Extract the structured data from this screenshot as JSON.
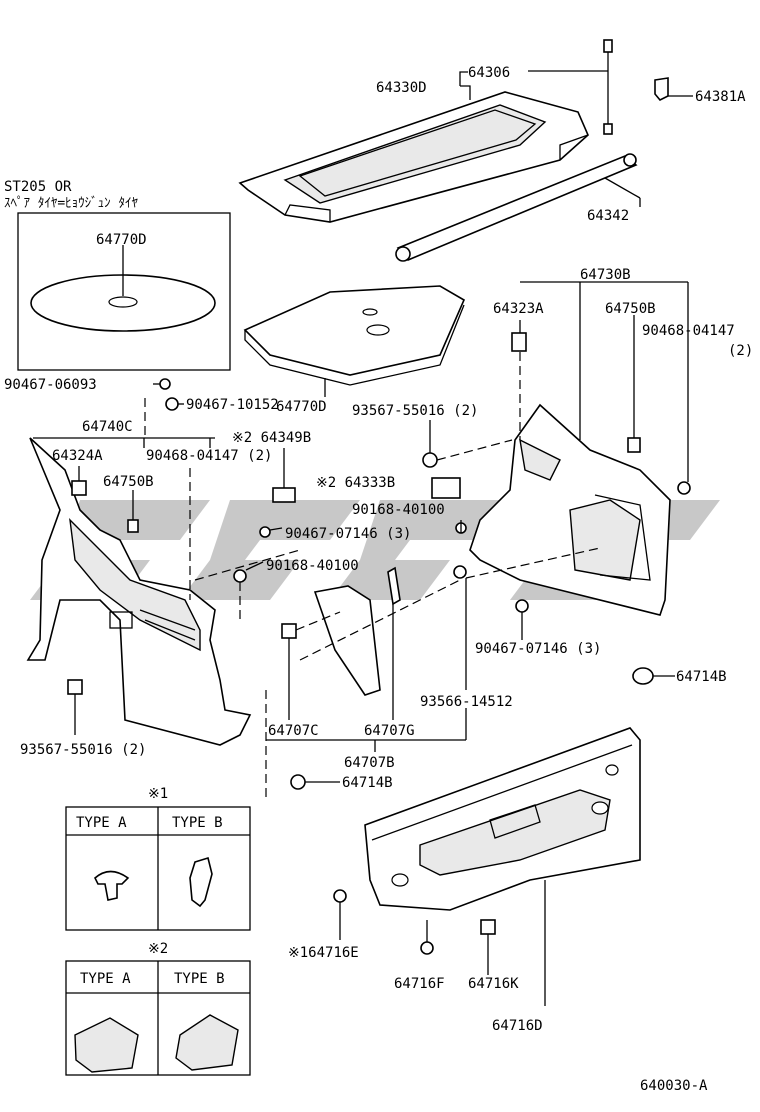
{
  "diagram_id": "640030-A",
  "variant_note": {
    "model": "ST205 OR",
    "description": "ｽﾍﾟｱ ﾀｲﾔ=ﾋｮｳｼﾞｭﾝ ﾀｲﾔ"
  },
  "part_labels": {
    "p64306": "64306",
    "p64330D": "64330D",
    "p64381A": "64381A",
    "p64342": "64342",
    "p64770D_box": "64770D",
    "p64770D": "64770D",
    "p64730B": "64730B",
    "p64323A": "64323A",
    "p64750B_right": "64750B",
    "p90468_04147_right": "90468-04147",
    "p90468_04147_right_qty": "(2)",
    "p90467_06093": "90467-06093",
    "p90467_10152": "90467-10152",
    "p93567_55016_top": "93567-55016 (2)",
    "p64740C": "64740C",
    "p64349B": "※2 64349B",
    "p64324A": "64324A",
    "p90468_04147_left": "90468-04147 (2)",
    "p64333B": "※2 64333B",
    "p64750B_left": "64750B",
    "p90168_40100_a": "90168-40100",
    "p90467_07146_a": "90467-07146 (3)",
    "p90168_40100_b": "90168-40100",
    "p90467_07146_b": "90467-07146 (3)",
    "p64714B_right": "64714B",
    "p93566_14512": "93566-14512",
    "p93567_55016_bottom": "93567-55016 (2)",
    "p64707C": "64707C",
    "p64707G": "64707G",
    "p64707B": "64707B",
    "p64714B_bottom": "64714B",
    "p64716E": "※164716E",
    "p64716F": "64716F",
    "p64716K": "64716K",
    "p64716D": "64716D"
  },
  "legend_1": {
    "title": "※1",
    "type_a": "TYPE A",
    "type_b": "TYPE B"
  },
  "legend_2": {
    "title": "※2",
    "type_a": "TYPE A",
    "type_b": "TYPE B"
  }
}
